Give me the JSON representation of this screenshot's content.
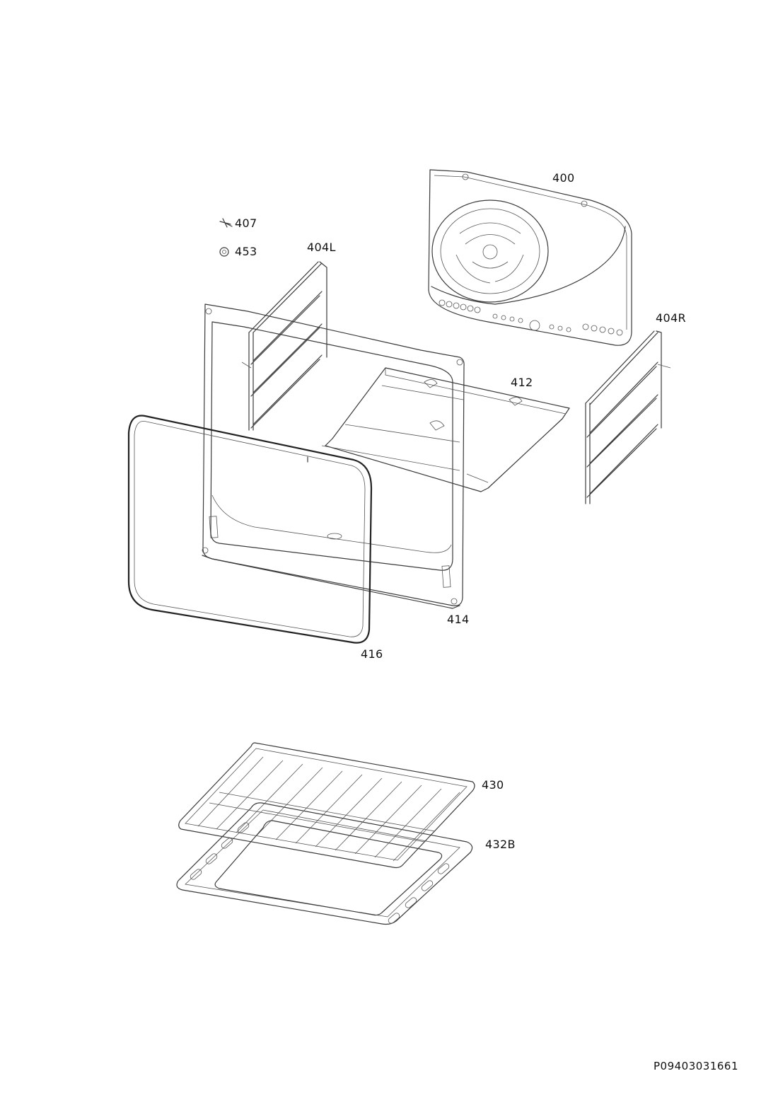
{
  "labels": {
    "p400": "400",
    "p407": "407",
    "p453": "453",
    "p404L": "404L",
    "p404R": "404R",
    "p412": "412",
    "p414": "414",
    "p416": "416",
    "p430": "430",
    "p432B": "432B"
  },
  "document": {
    "code": "P09403031661"
  },
  "colors": {
    "line": "#3a3a3a",
    "background": "#ffffff"
  }
}
